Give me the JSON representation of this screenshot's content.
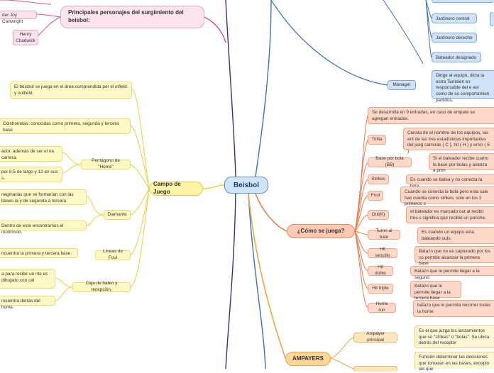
{
  "colors": {
    "yellow_line": "#f0cf3c",
    "orange_line": "#ef7a52",
    "blue_line": "#3f6fc4",
    "pink_line": "#e34b8c",
    "amp_line": "#f0a640",
    "purple_line": "#4b2b6e"
  },
  "root": {
    "label": "Beisbol"
  },
  "personajes": {
    "title": "Principales personajes del surgimiento del beisbol:",
    "items": [
      "der Joy Cartwright",
      "Henry Chadwick"
    ]
  },
  "campo": {
    "title": "Campo de Juego",
    "infield_note": "El béisbol se juega en el área comprendida por el infield y outfield.",
    "colchonetas": "Colchonetas: conocidas como primera, segunda y tercera base",
    "pentagono": {
      "label": "Pentágono de \"Home\"",
      "items": [
        "ador, además de ser el na carrera.",
        "por 8.5 de largo y 12 en sus s."
      ]
    },
    "diamante": {
      "label": "Diamante",
      "items": [
        "naginarias que se formarían con las bases ia y de segunda a tercera.",
        "Dentro de este encontramos el montículo."
      ]
    },
    "foul": {
      "label": "Líneas de Foul",
      "items": [
        "ncuentra la primera y tercera base."
      ]
    },
    "caja": {
      "label": "Caja de bateo y recepción.",
      "items": [
        "a para recibir un nte es dibujado con cal",
        "ncuentra detrás del home."
      ]
    }
  },
  "juega": {
    "title": "¿Cómo se juega?",
    "intro": "Se desarrolla en 9 entradas, en caso de empate se agregan entradas.",
    "terms": [
      {
        "term": "Tirilla",
        "desc": "Consta de el nombre de los equipos, las ent de las tres estadísticas importantes del jueg carreras ( C ), hit ( H ) y error ( E )."
      },
      {
        "term": "Base por bola (BB)",
        "desc": "Si el bateador recibe cuatro la base por bolas y avanza a prim"
      },
      {
        "term": "Strikes",
        "desc": "Es cuando se batea y no conecta la bola."
      },
      {
        "term": "Foul",
        "desc": "Cuando se conecta la bola pero esta sale hac cuenta como strikes, solo en los 2 primeros s"
      },
      {
        "term": "Out(K)",
        "desc": "el bateador es marcado out al recibir tres s significa que recibió un ponche."
      },
      {
        "term": "Turno al bate",
        "desc": "Es cuando un equipo esta bateando outs."
      },
      {
        "term": "Hit sencillo",
        "desc": "Batazo que no es capturado por los co permite alcanzar la primera base"
      },
      {
        "term": "Hit doble",
        "desc": "Batazo que le permite llegar a la segund"
      },
      {
        "term": "Hit triple",
        "desc": "Batazo que le permite llegar a la tercera base"
      },
      {
        "term": "Home run",
        "desc": "batazo que le permita recorrer todas la home"
      }
    ]
  },
  "amp": {
    "title": "AMPAYERS",
    "principal": {
      "label": "Ampáyer principal",
      "desc": "Es el que juzga los lanzamientos que so \"strikes\" o \"bolas\". Se ubica detrás del receptor"
    },
    "bases_desc": "Función determinar las decisiones que tomaran en las bases, excepto las que"
  },
  "positions": {
    "items": [
      "Jardinero central",
      "Jardinero derecho",
      "Bateador designado"
    ],
    "manager": {
      "label": "Manager",
      "desc": "Dirige al equipo, dicta la estra También es responsable del e así como de su comportamien partidos."
    }
  }
}
